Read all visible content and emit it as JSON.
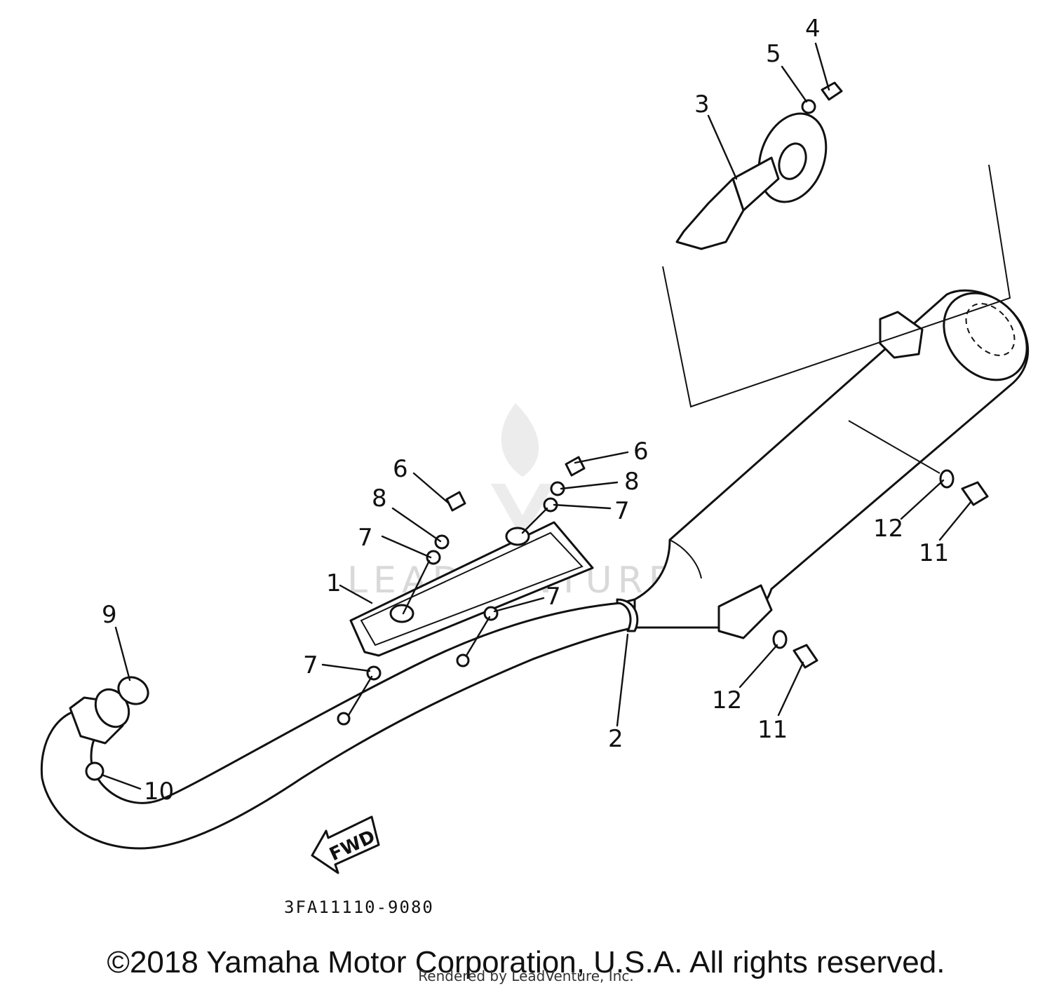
{
  "callouts": {
    "c1": "1",
    "c2": "2",
    "c3": "3",
    "c4": "4",
    "c5": "5",
    "c6a": "6",
    "c6b": "6",
    "c7a": "7",
    "c7b": "7",
    "c7c": "7",
    "c7d": "7",
    "c8a": "8",
    "c8b": "8",
    "c9": "9",
    "c10": "10",
    "c11a": "11",
    "c11b": "11",
    "c12a": "12",
    "c12b": "12"
  },
  "fwd_label": "FWD",
  "diagram_code": "3FA11110-9080",
  "watermark": "LEADVENTURE",
  "copyright": "©2018 Yamaha Motor Corporation, U.S.A. All rights reserved.",
  "rendered_by": "Rendered by LeadVenture, Inc."
}
